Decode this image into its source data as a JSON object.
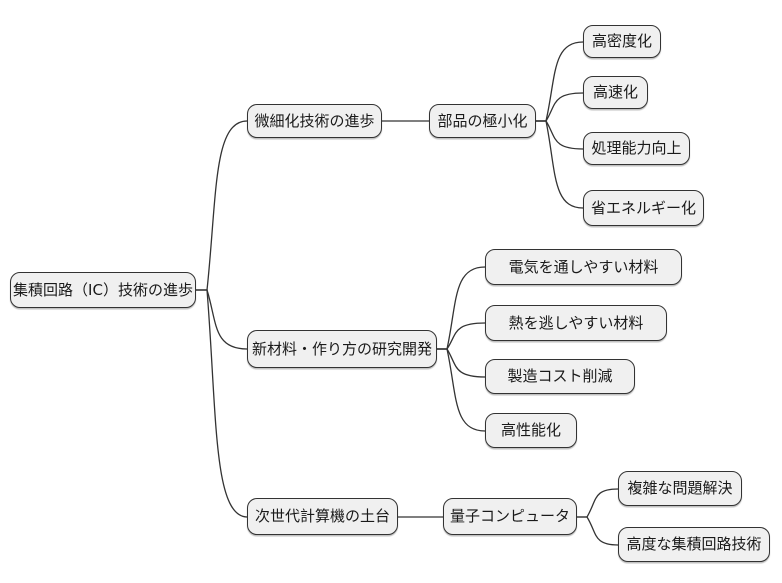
{
  "mindmap": {
    "root": {
      "label": "集積回路（IC）技術の進歩"
    },
    "branches": [
      {
        "label": "微細化技術の進歩",
        "child": {
          "label": "部品の極小化",
          "leaves": [
            {
              "label": "高密度化"
            },
            {
              "label": "高速化"
            },
            {
              "label": "処理能力向上"
            },
            {
              "label": "省エネルギー化"
            }
          ]
        }
      },
      {
        "label": "新材料・作り方の研究開発",
        "leaves": [
          {
            "label": "電気を通しやすい材料"
          },
          {
            "label": "熱を逃しやすい材料"
          },
          {
            "label": "製造コスト削減"
          },
          {
            "label": "高性能化"
          }
        ]
      },
      {
        "label": "次世代計算機の土台",
        "child": {
          "label": "量子コンピュータ",
          "leaves": [
            {
              "label": "複雑な問題解決"
            },
            {
              "label": "高度な集積回路技術"
            }
          ]
        }
      }
    ],
    "colors": {
      "background": "#ffffff",
      "node_fill": "#f0f0f0",
      "node_border": "#333333",
      "edge": "#333333",
      "text": "#1a1a1a"
    }
  }
}
